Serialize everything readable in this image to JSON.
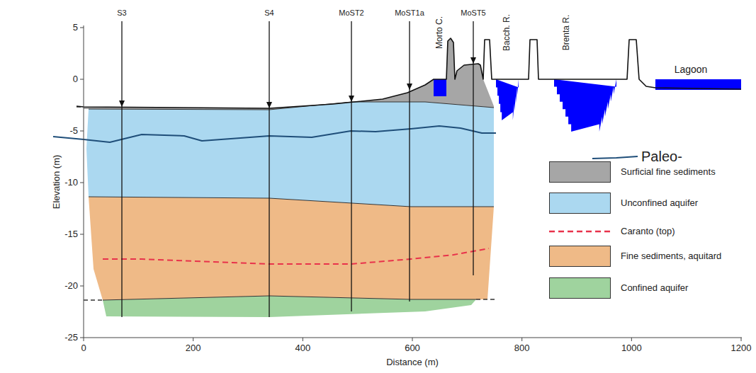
{
  "diagram": {
    "labels": [
      "S3",
      "S4",
      "MoST2",
      "MoST1a",
      "MoST5",
      "Morto C.",
      "Bacch. R.",
      "Brenta R.",
      "Lagoon",
      "5",
      "0",
      "-5",
      "-10",
      "-15",
      "-20",
      "-25",
      "Elevation (m)",
      "0",
      "200",
      "400",
      "600",
      "800",
      "1000",
      "1200",
      "Distance (m)"
    ],
    "legend": [
      {
        "text": "Paleo-"
      },
      {
        "text": "Surficial fine sediments",
        "color": "#a6a6a6"
      },
      {
        "text": "Unconfined aquifer",
        "color": "#abd8f0"
      },
      {
        "text": "Caranto (top)"
      },
      {
        "text": "Fine sediments, aquitard",
        "color": "#efba87"
      },
      {
        "text": "Confined aquifer",
        "color": "#9fd39e"
      }
    ]
  }
}
